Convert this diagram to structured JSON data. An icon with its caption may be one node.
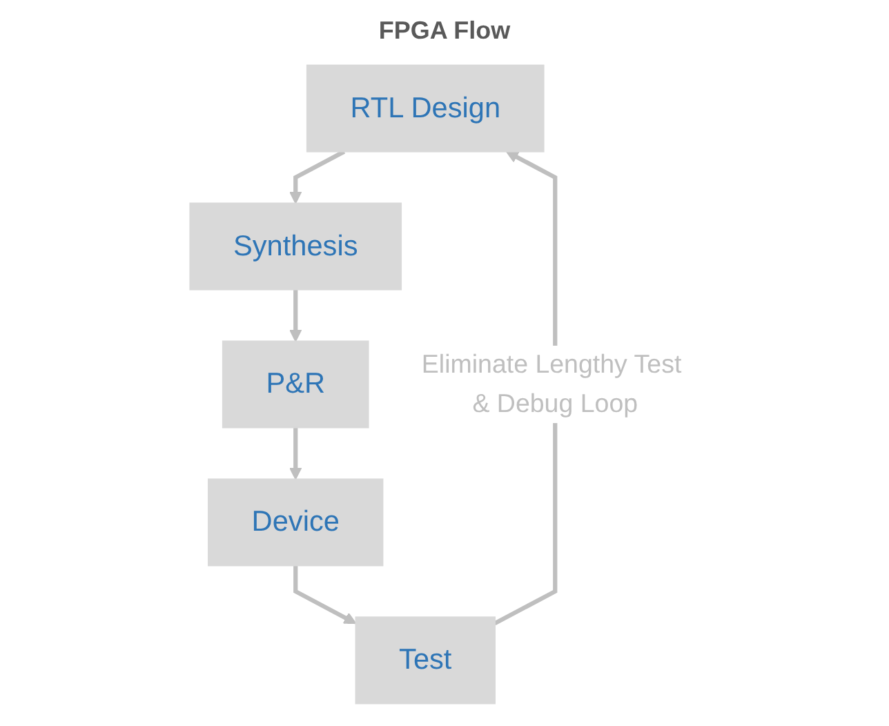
{
  "diagram": {
    "title": "FPGA Flow",
    "nodes": [
      {
        "text": [
          "RTL Design"
        ]
      },
      {
        "text": [
          "Synthesis"
        ]
      },
      {
        "text": [
          "P&R"
        ]
      },
      {
        "text": [
          "Device"
        ]
      },
      {
        "text": [
          "Test"
        ]
      }
    ],
    "edges": [
      {
        "from": 0,
        "to": 1,
        "arrow": "to"
      },
      {
        "from": 1,
        "to": 2,
        "arrow": "to"
      },
      {
        "from": 2,
        "to": 3,
        "arrow": "to"
      },
      {
        "from": 3,
        "to": 4,
        "arrow": "to"
      },
      {
        "from": 4,
        "to": 0,
        "arrow": "to",
        "label": "Eliminate Lengthy Test & Debug Loop"
      }
    ]
  }
}
